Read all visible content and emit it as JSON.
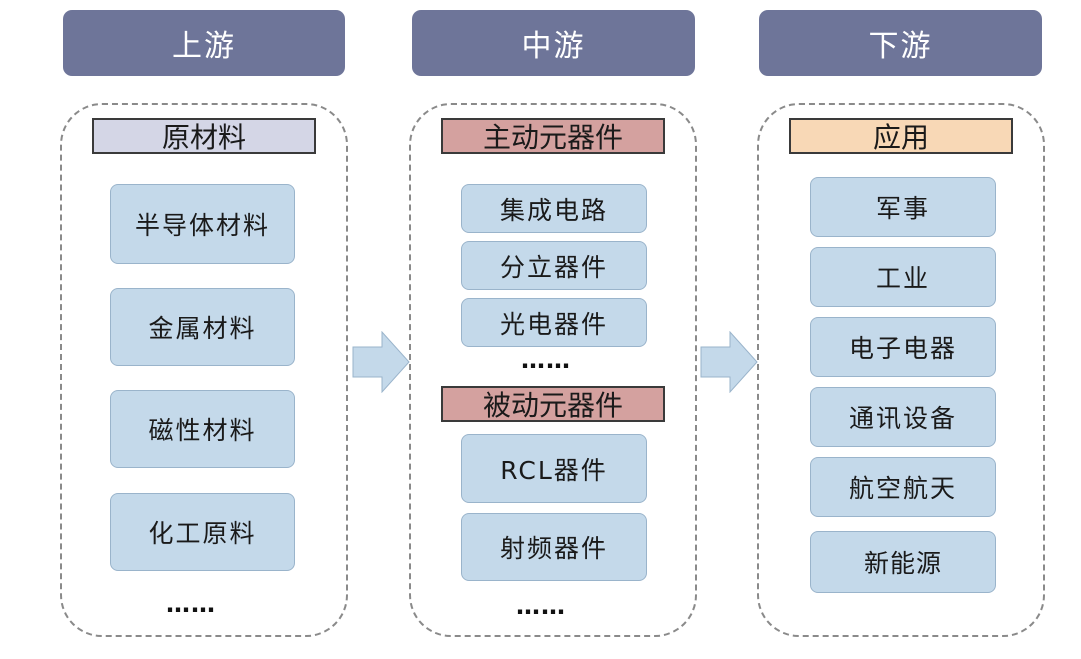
{
  "upstream": {
    "header": "上游",
    "category": "原材料",
    "items": [
      "半导体材料",
      "金属材料",
      "磁性材料",
      "化工原料"
    ],
    "more": "……"
  },
  "midstream": {
    "header": "中游",
    "active": {
      "category": "主动元器件",
      "items": [
        "集成电路",
        "分立器件",
        "光电器件"
      ],
      "more": "……"
    },
    "passive": {
      "category": "被动元器件",
      "items": [
        "RCL器件",
        "射频器件"
      ],
      "more": "……"
    }
  },
  "downstream": {
    "header": "下游",
    "category": "应用",
    "items": [
      "军事",
      "工业",
      "电子电器",
      "通讯设备",
      "航空航天",
      "新能源"
    ]
  },
  "colors": {
    "header": "#6e7599",
    "upstream_category": "#d4d6e6",
    "active_category": "#d4a19f",
    "passive_category": "#d4a19f",
    "downstream_category": "#f8d8b6",
    "item": "#c4d9ea",
    "arrow": "#c4d9ea"
  }
}
